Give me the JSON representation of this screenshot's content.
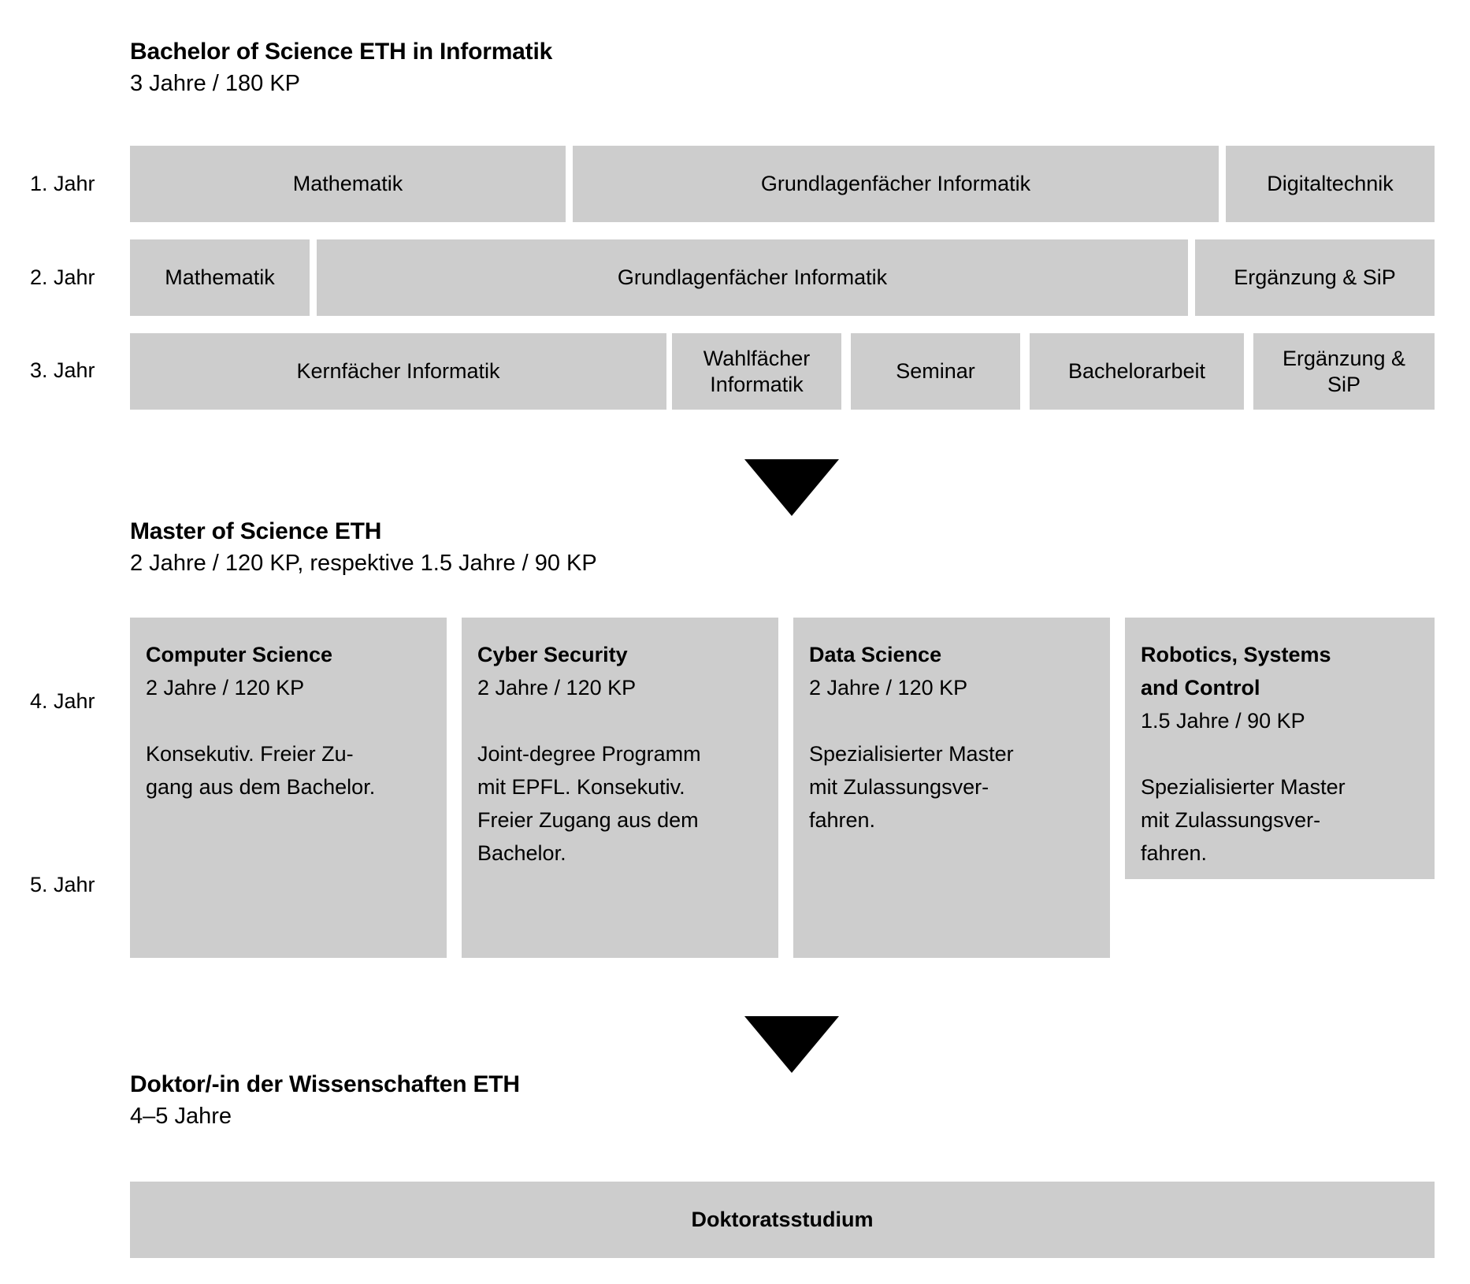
{
  "bachelor": {
    "title": "Bachelor of Science ETH in Informatik",
    "subtitle": "3 Jahre / 180 KP",
    "years": [
      {
        "label": "1. Jahr"
      },
      {
        "label": "2. Jahr"
      },
      {
        "label": "3. Jahr"
      }
    ],
    "row1": [
      {
        "label": "Mathematik"
      },
      {
        "label": "Grundlagenfächer Informatik"
      },
      {
        "label": "Digitaltechnik"
      }
    ],
    "row2": [
      {
        "label": "Mathematik"
      },
      {
        "label": "Grundlagenfächer Informatik"
      },
      {
        "label": "Ergänzung & SiP"
      }
    ],
    "row3": [
      {
        "label": "Kernfächer Informatik"
      },
      {
        "label": "Wahlfächer\nInformatik"
      },
      {
        "label": "Seminar"
      },
      {
        "label": "Bachelorarbeit"
      },
      {
        "label": "Ergänzung &\nSiP"
      }
    ]
  },
  "master": {
    "title": "Master of Science ETH",
    "subtitle": "2 Jahre / 120 KP, respektive 1.5 Jahre / 90 KP",
    "years": [
      {
        "label": "4. Jahr"
      },
      {
        "label": "5. Jahr"
      }
    ],
    "programs": [
      {
        "name": "Computer Science",
        "duration": "2 Jahre / 120 KP",
        "description": "Konsekutiv. Freier Zu-\ngang aus dem Bachelor."
      },
      {
        "name": "Cyber Security",
        "duration": "2 Jahre / 120 KP",
        "description": "Joint-degree Programm\nmit EPFL. Konsekutiv.\nFreier Zugang aus dem\nBachelor."
      },
      {
        "name": "Data Science",
        "duration": "2 Jahre / 120 KP",
        "description": "Spezialisierter Master\nmit Zulassungsver-\nfahren."
      },
      {
        "name": "Robotics, Systems\nand Control",
        "duration": "1.5 Jahre / 90 KP",
        "description": "Spezialisierter Master\nmit Zulassungsver-\nfahren."
      }
    ]
  },
  "doctorate": {
    "title": "Doktor/-in der Wissenschaften ETH",
    "subtitle": "4–5 Jahre",
    "bar_label": "Doktoratsstudium"
  },
  "icons": {
    "arrow_bachelor_to_master": "triangle-down-icon",
    "arrow_master_to_doctorate": "triangle-down-icon"
  },
  "colors": {
    "block_fill": "#cdcdcd",
    "text": "#000000",
    "background": "#ffffff"
  }
}
